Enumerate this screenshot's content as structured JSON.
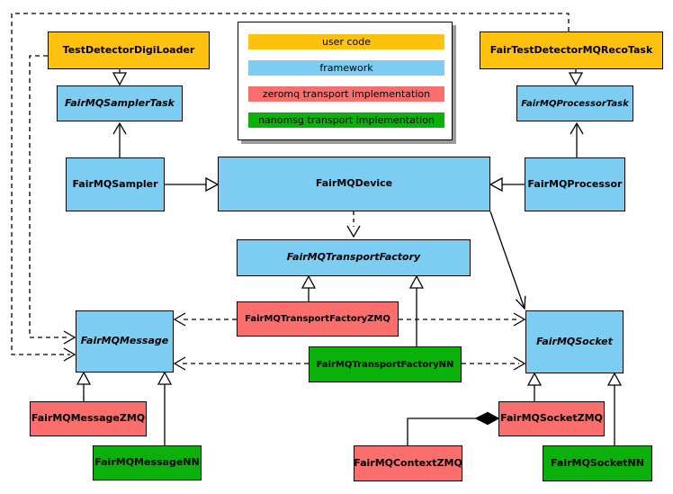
{
  "diagram_type": "UML class diagram (FairMQ / FairRoot message queue architecture)",
  "legend": {
    "items": [
      {
        "label": "user code",
        "color": "#FFC20E"
      },
      {
        "label": "framework",
        "color": "#7CCDF1"
      },
      {
        "label": "zeromq transport implementation",
        "color": "#FA6E6E"
      },
      {
        "label": "nanomsg transport implementation",
        "color": "#0BB00B"
      }
    ]
  },
  "nodes": {
    "loader": {
      "label": "TestDetectorDigiLoader",
      "category": "user code",
      "abstract": false
    },
    "reco_task": {
      "label": "FairTestDetectorMQRecoTask",
      "category": "user code",
      "abstract": false
    },
    "sampler_task": {
      "label": "FairMQSamplerTask",
      "category": "framework",
      "abstract": true
    },
    "processor_task": {
      "label": "FairMQProcessorTask",
      "category": "framework",
      "abstract": true
    },
    "sampler": {
      "label": "FairMQSampler",
      "category": "framework",
      "abstract": false
    },
    "device": {
      "label": "FairMQDevice",
      "category": "framework",
      "abstract": false
    },
    "processor": {
      "label": "FairMQProcessor",
      "category": "framework",
      "abstract": false
    },
    "transport_factory": {
      "label": "FairMQTransportFactory",
      "category": "framework",
      "abstract": true
    },
    "transport_factory_zmq": {
      "label": "FairMQTransportFactoryZMQ",
      "category": "zeromq",
      "abstract": false
    },
    "transport_factory_nn": {
      "label": "FairMQTransportFactoryNN",
      "category": "nanomsg",
      "abstract": false
    },
    "message": {
      "label": "FairMQMessage",
      "category": "framework",
      "abstract": true
    },
    "socket": {
      "label": "FairMQSocket",
      "category": "framework",
      "abstract": true
    },
    "message_zmq": {
      "label": "FairMQMessageZMQ",
      "category": "zeromq",
      "abstract": false
    },
    "message_nn": {
      "label": "FairMQMessageNN",
      "category": "nanomsg",
      "abstract": false
    },
    "socket_zmq": {
      "label": "FairMQSocketZMQ",
      "category": "zeromq",
      "abstract": false
    },
    "context_zmq": {
      "label": "FairMQContextZMQ",
      "category": "zeromq",
      "abstract": false
    },
    "socket_nn": {
      "label": "FairMQSocketNN",
      "category": "nanomsg",
      "abstract": false
    }
  },
  "edges": [
    {
      "from": "TestDetectorDigiLoader",
      "to": "FairMQSamplerTask",
      "type": "inheritance"
    },
    {
      "from": "FairTestDetectorMQRecoTask",
      "to": "FairMQProcessorTask",
      "type": "inheritance"
    },
    {
      "from": "FairMQSampler",
      "to": "FairMQDevice",
      "type": "inheritance"
    },
    {
      "from": "FairMQProcessor",
      "to": "FairMQDevice",
      "type": "inheritance"
    },
    {
      "from": "FairMQSampler",
      "to": "FairMQSamplerTask",
      "type": "association"
    },
    {
      "from": "FairMQProcessor",
      "to": "FairMQProcessorTask",
      "type": "association"
    },
    {
      "from": "FairMQDevice",
      "to": "FairMQTransportFactory",
      "type": "dependency"
    },
    {
      "from": "FairMQDevice",
      "to": "FairMQSocket",
      "type": "association"
    },
    {
      "from": "TestDetectorDigiLoader",
      "to": "FairMQMessage",
      "type": "dependency"
    },
    {
      "from": "FairTestDetectorMQRecoTask",
      "to": "FairMQMessage",
      "type": "dependency"
    },
    {
      "from": "FairMQTransportFactoryZMQ",
      "to": "FairMQTransportFactory",
      "type": "inheritance"
    },
    {
      "from": "FairMQTransportFactoryNN",
      "to": "FairMQTransportFactory",
      "type": "inheritance"
    },
    {
      "from": "FairMQTransportFactoryZMQ",
      "to": "FairMQMessage",
      "type": "dependency"
    },
    {
      "from": "FairMQTransportFactoryZMQ",
      "to": "FairMQSocket",
      "type": "dependency"
    },
    {
      "from": "FairMQTransportFactoryNN",
      "to": "FairMQMessage",
      "type": "dependency"
    },
    {
      "from": "FairMQTransportFactoryNN",
      "to": "FairMQSocket",
      "type": "dependency"
    },
    {
      "from": "FairMQMessageZMQ",
      "to": "FairMQMessage",
      "type": "inheritance"
    },
    {
      "from": "FairMQMessageNN",
      "to": "FairMQMessage",
      "type": "inheritance"
    },
    {
      "from": "FairMQSocketZMQ",
      "to": "FairMQSocket",
      "type": "inheritance"
    },
    {
      "from": "FairMQSocketNN",
      "to": "FairMQSocket",
      "type": "inheritance"
    },
    {
      "from": "FairMQContextZMQ",
      "to": "FairMQSocketZMQ",
      "type": "composition"
    }
  ]
}
